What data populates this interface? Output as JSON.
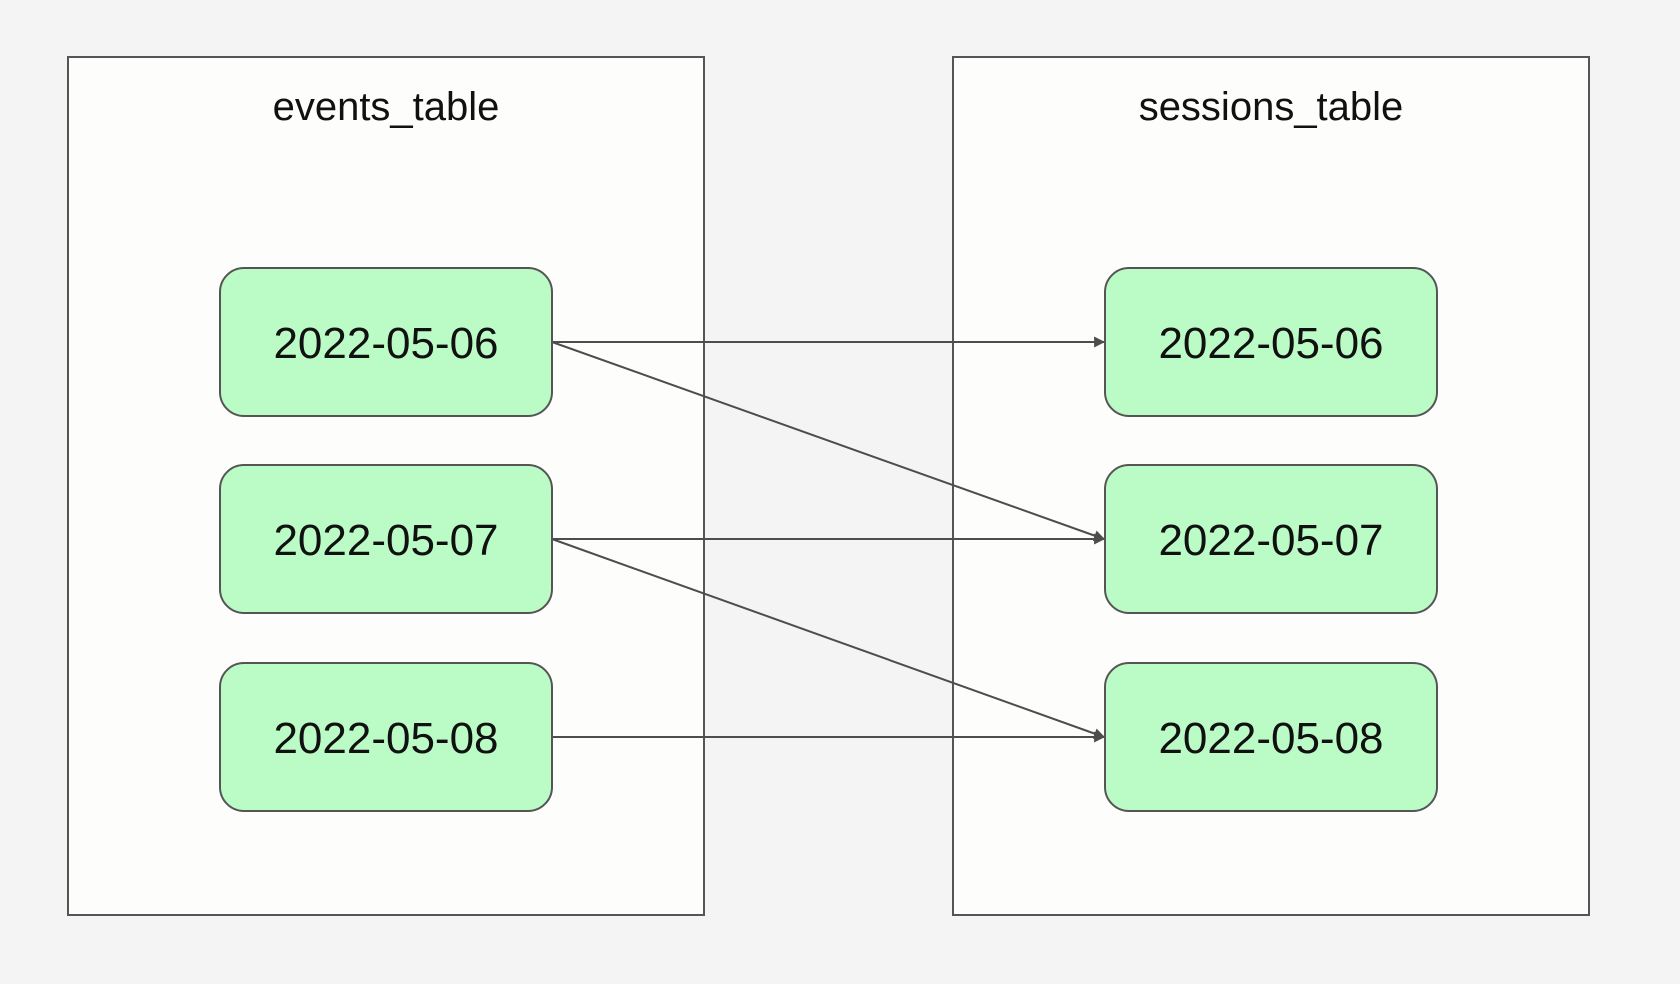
{
  "colors": {
    "background": "#f4f4f4",
    "cluster_fill": "#fdfdfc",
    "node_fill": "#bbfcc6",
    "stroke": "#555555",
    "edge": "#4d4d4d"
  },
  "clusters": [
    {
      "id": "events",
      "title": "events_table",
      "nodes": [
        {
          "id": "e1",
          "label": "2022-05-06"
        },
        {
          "id": "e2",
          "label": "2022-05-07"
        },
        {
          "id": "e3",
          "label": "2022-05-08"
        }
      ]
    },
    {
      "id": "sessions",
      "title": "sessions_table",
      "nodes": [
        {
          "id": "s1",
          "label": "2022-05-06"
        },
        {
          "id": "s2",
          "label": "2022-05-07"
        },
        {
          "id": "s3",
          "label": "2022-05-08"
        }
      ]
    }
  ],
  "edges": [
    {
      "from": "e1",
      "to": "s1"
    },
    {
      "from": "e1",
      "to": "s2"
    },
    {
      "from": "e2",
      "to": "s2"
    },
    {
      "from": "e2",
      "to": "s3"
    },
    {
      "from": "e3",
      "to": "s3"
    }
  ]
}
